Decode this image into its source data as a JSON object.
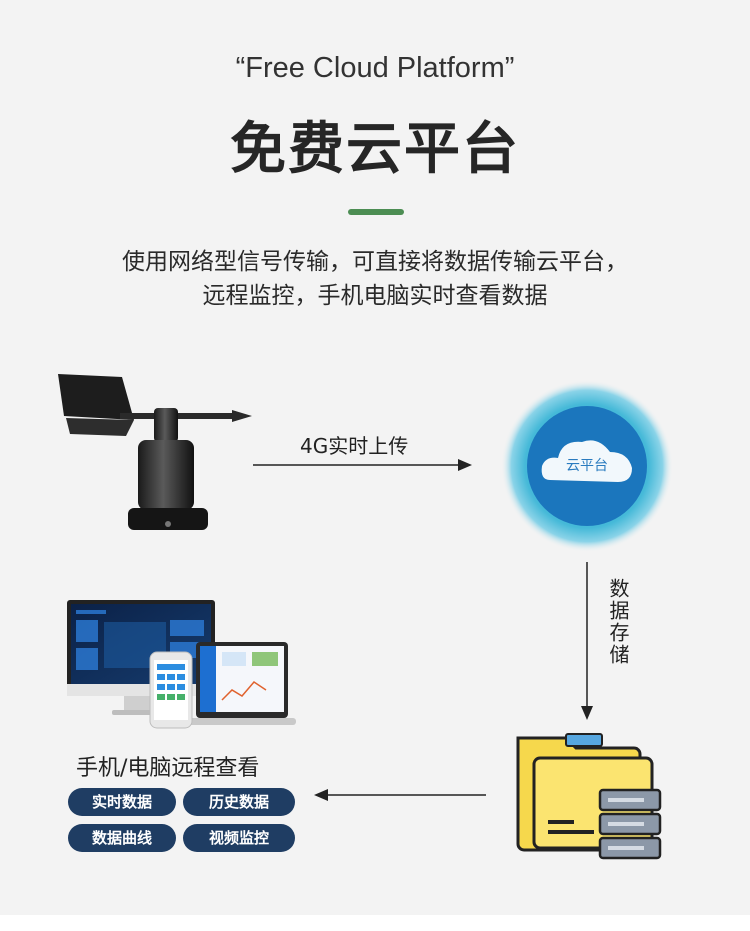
{
  "header": {
    "title_en": "“Free Cloud Platform”",
    "title_cn": "免费云平台"
  },
  "description": {
    "line1": "使用网络型信号传输，可直接将数据传输云平台，",
    "line2": "远程监控，手机电脑实时查看数据"
  },
  "flow": {
    "upload_label": "4G实时上传",
    "cloud_label": "云平台",
    "storage_label": "数据存储",
    "remote_label": "手机/电脑远程查看"
  },
  "features": [
    "实时数据",
    "历史数据",
    "数据曲线",
    "视频监控"
  ],
  "colors": {
    "accent": "#4c8d53",
    "pill": "#1f3d63",
    "cloud_glow": "#44b8d8",
    "folder": "#f6d84c"
  }
}
